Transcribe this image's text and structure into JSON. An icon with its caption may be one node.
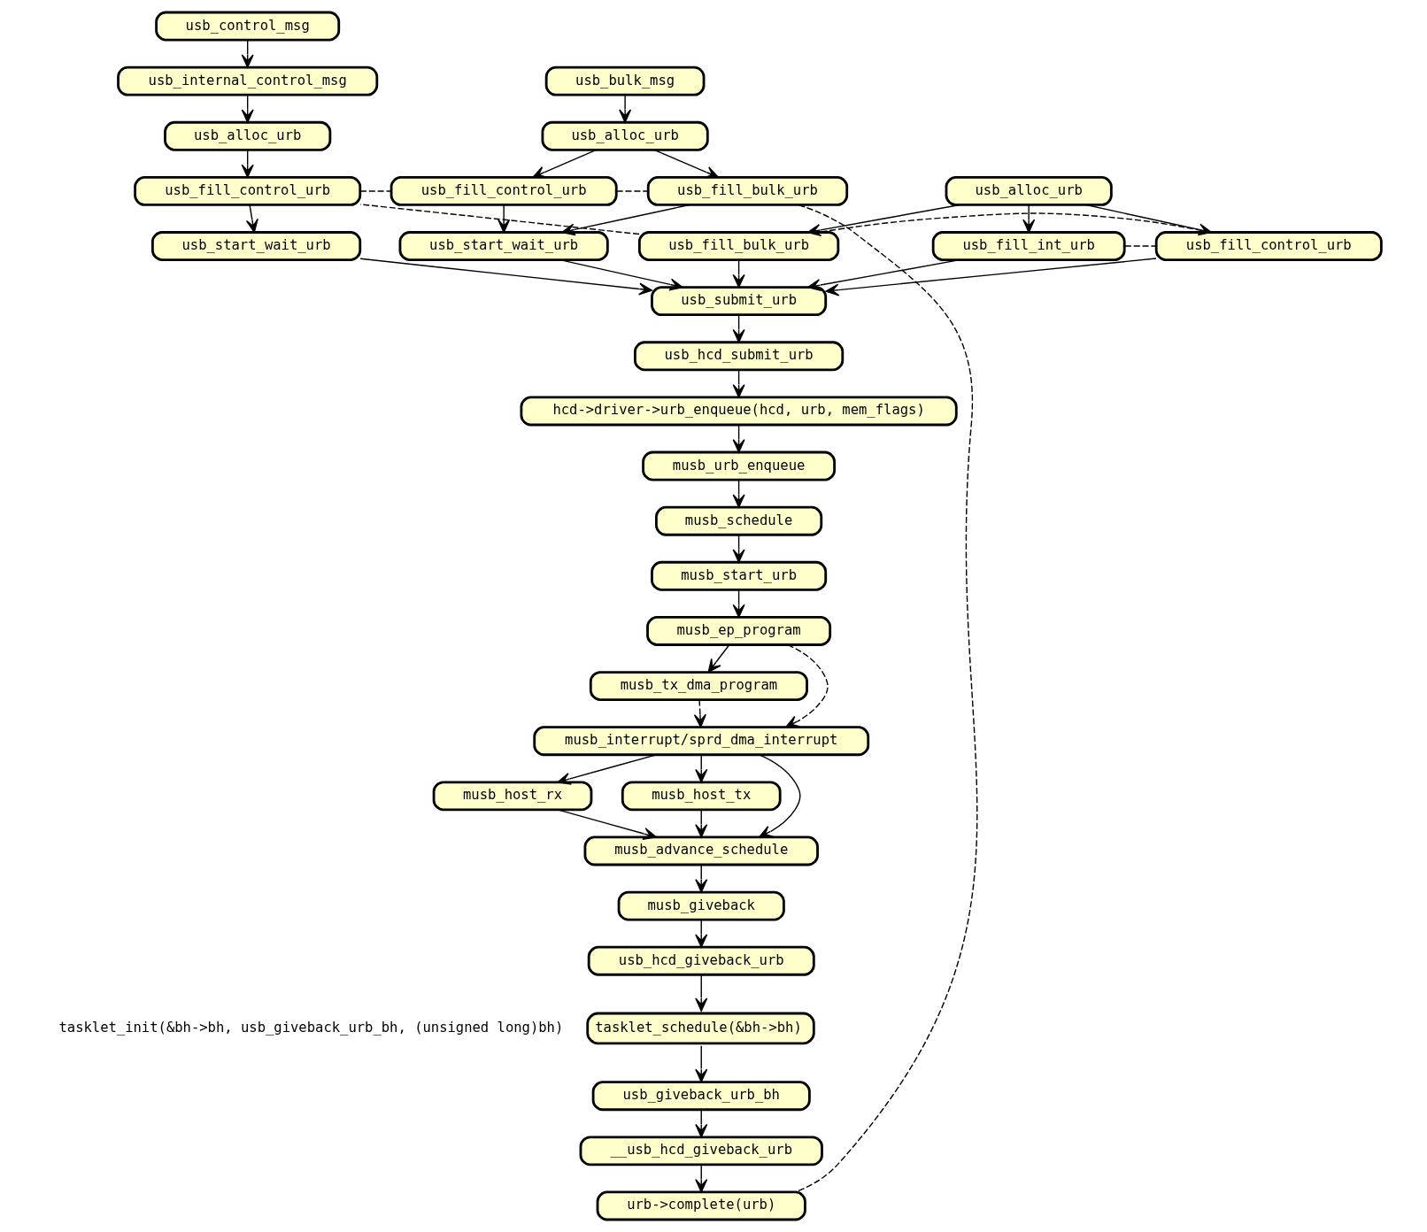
{
  "diagram": {
    "nodes": [
      {
        "text": [
          "usb_control_msg"
        ]
      },
      {
        "text": [
          "usb_internal_control_msg"
        ]
      },
      {
        "text": [
          "usb_alloc_urb"
        ]
      },
      {
        "text": [
          "usb_fill_control_urb"
        ]
      },
      {
        "text": [
          "usb_start_wait_urb"
        ]
      },
      {
        "text": [
          "usb_bulk_msg"
        ]
      },
      {
        "text": [
          "usb_alloc_urb"
        ]
      },
      {
        "text": [
          "usb_fill_control_urb"
        ]
      },
      {
        "text": [
          "usb_fill_bulk_urb"
        ]
      },
      {
        "text": [
          "usb_start_wait_urb"
        ]
      },
      {
        "text": [
          "usb_alloc_urb"
        ]
      },
      {
        "text": [
          "usb_fill_int_urb"
        ]
      },
      {
        "text": [
          "usb_fill_control_urb"
        ]
      },
      {
        "text": [
          "usb_fill_bulk_urb"
        ]
      },
      {
        "text": [
          "usb_submit_urb"
        ]
      },
      {
        "text": [
          "usb_hcd_submit_urb"
        ]
      },
      {
        "text": [
          "hcd->driver->urb_enqueue(hcd, urb, mem_flags)"
        ]
      },
      {
        "text": [
          "musb_urb_enqueue"
        ]
      },
      {
        "text": [
          "musb_schedule"
        ]
      },
      {
        "text": [
          "musb_start_urb"
        ]
      },
      {
        "text": [
          "musb_ep_program"
        ]
      },
      {
        "text": [
          "musb_tx_dma_program"
        ]
      },
      {
        "text": [
          "musb_interrupt/sprd_dma_interrupt"
        ]
      },
      {
        "text": [
          "musb_host_rx"
        ]
      },
      {
        "text": [
          "musb_host_tx"
        ]
      },
      {
        "text": [
          "musb_advance_schedule"
        ]
      },
      {
        "text": [
          "musb_giveback"
        ]
      },
      {
        "text": [
          "usb_hcd_giveback_urb"
        ]
      },
      {
        "text": [
          "tasklet_schedule(&bh->bh)"
        ],
        "beside": [
          "tasklet_init(&bh->bh, usb_giveback_urb_bh, (unsigned long)bh)"
        ]
      },
      {
        "text": [
          "usb_giveback_urb_bh"
        ]
      },
      {
        "text": [
          "__usb_hcd_giveback_urb"
        ]
      },
      {
        "text": [
          "urb->complete(urb)"
        ]
      }
    ],
    "edges": [
      {
        "from": 0,
        "to": 1,
        "arrow": "to"
      },
      {
        "from": 1,
        "to": 2,
        "arrow": "to"
      },
      {
        "from": 2,
        "to": 3,
        "arrow": "to"
      },
      {
        "from": 3,
        "to": 4,
        "arrow": "to"
      },
      {
        "from": 5,
        "to": 6,
        "arrow": "to"
      },
      {
        "from": 6,
        "to": 7,
        "arrow": "to"
      },
      {
        "from": 6,
        "to": 8,
        "arrow": "to"
      },
      {
        "from": 7,
        "to": 9,
        "arrow": "to"
      },
      {
        "from": 8,
        "to": 9,
        "arrow": "to"
      },
      {
        "from": 3,
        "to": 7,
        "arrow": "none",
        "style": "dashed"
      },
      {
        "from": 7,
        "to": 8,
        "arrow": "none",
        "style": "dashed"
      },
      {
        "from": 10,
        "to": 11,
        "arrow": "to"
      },
      {
        "from": 10,
        "to": 12,
        "arrow": "to"
      },
      {
        "from": 10,
        "to": 13,
        "arrow": "to"
      },
      {
        "from": 11,
        "to": 12,
        "arrow": "none",
        "style": "dashed"
      },
      {
        "from": 12,
        "to": 13,
        "arrow": "none",
        "style": "dashed"
      },
      {
        "from": 13,
        "to": 3,
        "arrow": "none",
        "style": "dashed"
      },
      {
        "from": 11,
        "to": 14,
        "arrow": "to"
      },
      {
        "from": 12,
        "to": 14,
        "arrow": "to"
      },
      {
        "from": 13,
        "to": 14,
        "arrow": "to"
      },
      {
        "from": 4,
        "to": 14,
        "arrow": "to"
      },
      {
        "from": 9,
        "to": 14,
        "arrow": "to"
      },
      {
        "from": 14,
        "to": 15,
        "arrow": "to"
      },
      {
        "from": 15,
        "to": 16,
        "arrow": "to"
      },
      {
        "from": 16,
        "to": 17,
        "arrow": "to"
      },
      {
        "from": 17,
        "to": 18,
        "arrow": "to"
      },
      {
        "from": 18,
        "to": 19,
        "arrow": "to"
      },
      {
        "from": 19,
        "to": 20,
        "arrow": "to"
      },
      {
        "from": 20,
        "to": 21,
        "arrow": "to"
      },
      {
        "from": 20,
        "to": 22,
        "arrow": "to",
        "style": "dashed"
      },
      {
        "from": 21,
        "to": 22,
        "arrow": "to",
        "style": "dashed"
      },
      {
        "from": 22,
        "to": 23,
        "arrow": "to"
      },
      {
        "from": 22,
        "to": 25,
        "arrow": "to"
      },
      {
        "from": 22,
        "to": 24,
        "arrow": "to"
      },
      {
        "from": 23,
        "to": 25,
        "arrow": "to"
      },
      {
        "from": 24,
        "to": 25,
        "arrow": "to"
      },
      {
        "from": 25,
        "to": 26,
        "arrow": "to"
      },
      {
        "from": 26,
        "to": 27,
        "arrow": "to"
      },
      {
        "from": 27,
        "to": 28,
        "arrow": "to"
      },
      {
        "from": 28,
        "to": 29,
        "arrow": "to"
      },
      {
        "from": 29,
        "to": 30,
        "arrow": "to"
      },
      {
        "from": 30,
        "to": 31,
        "arrow": "to"
      },
      {
        "from": 8,
        "to": 31,
        "arrow": "none",
        "style": "dashed"
      }
    ]
  }
}
